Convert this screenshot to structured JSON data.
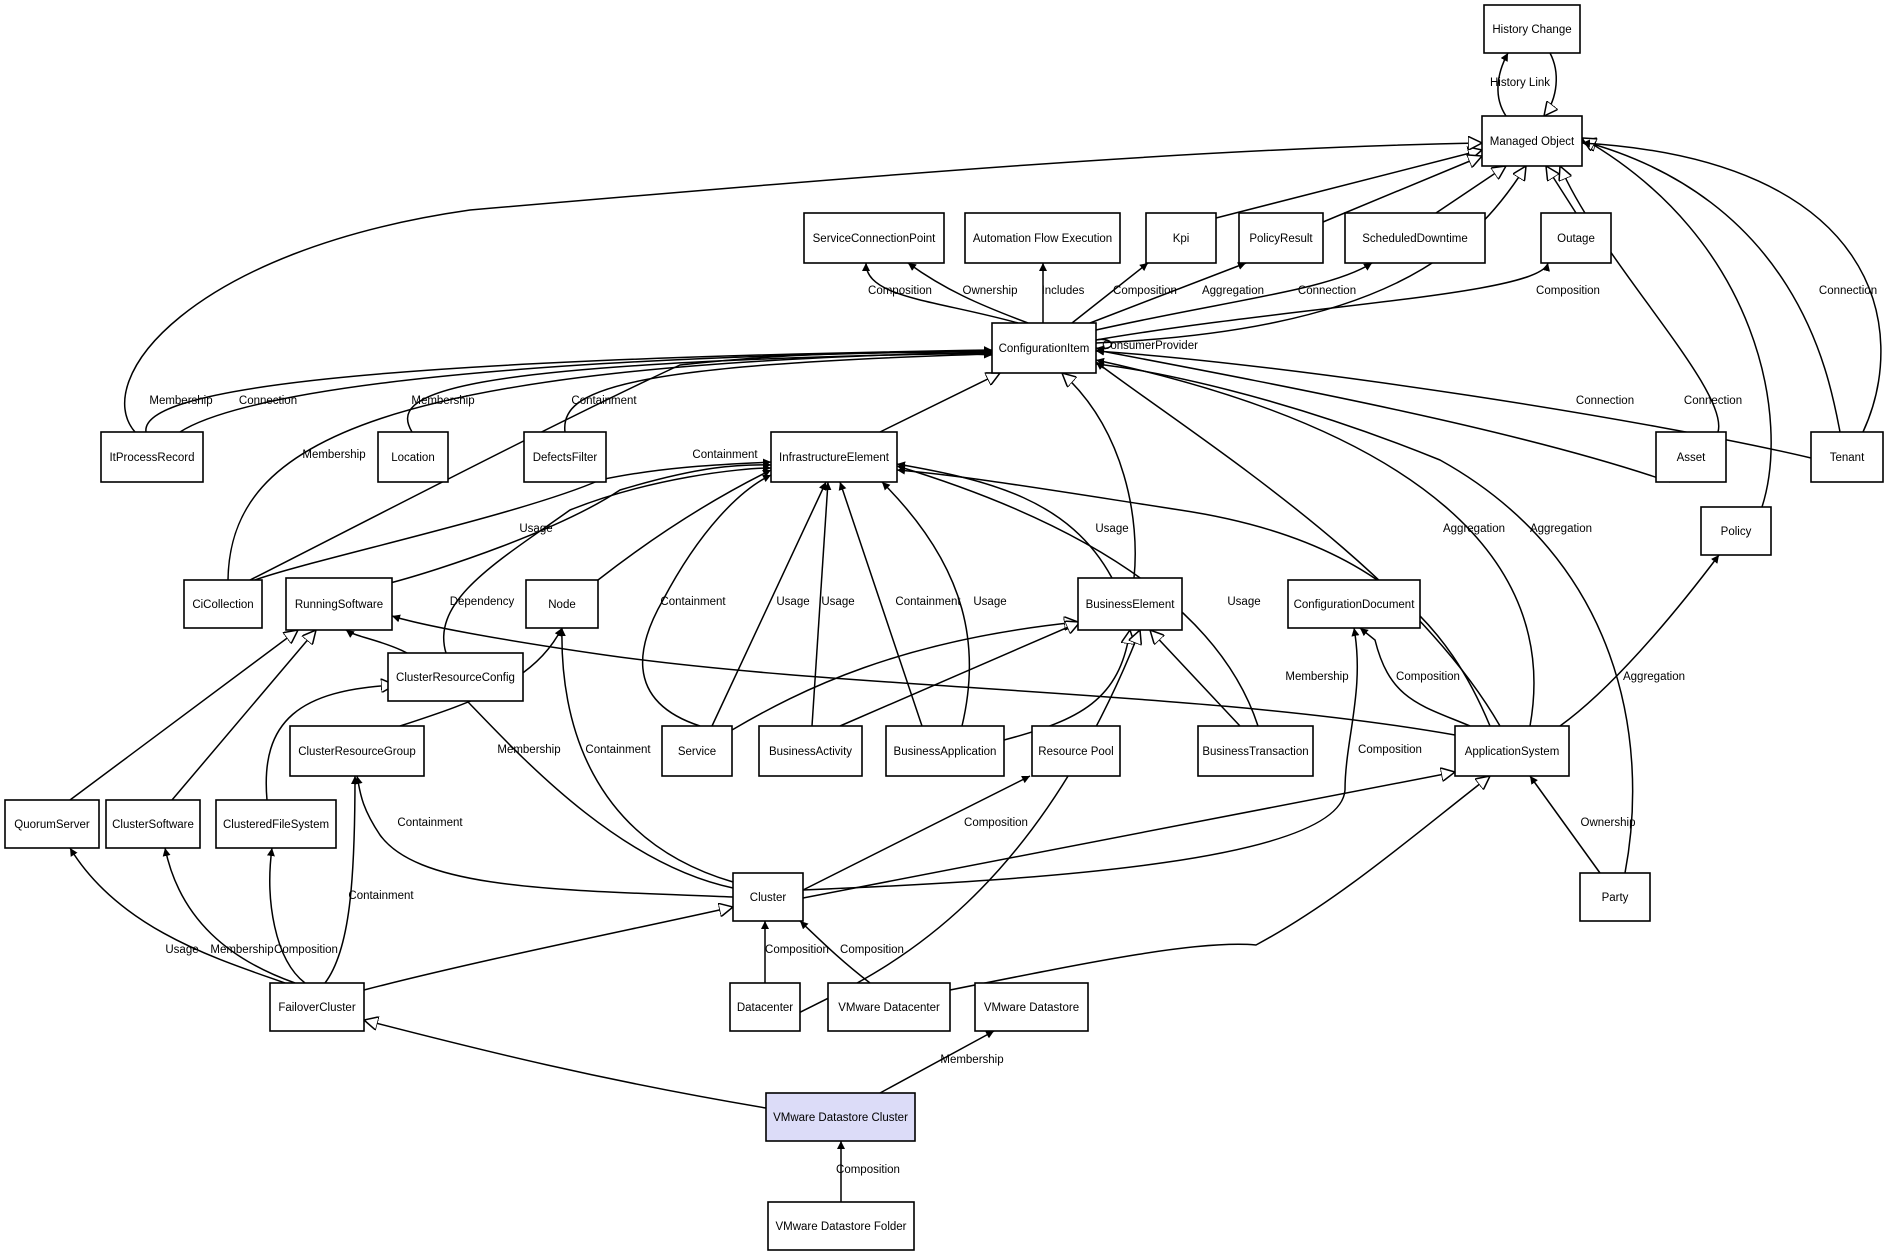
{
  "nodes": [
    {
      "id": "history_change",
      "label": "History Change"
    },
    {
      "id": "managed_object",
      "label": "Managed Object"
    },
    {
      "id": "service_connection_point",
      "label": "ServiceConnectionPoint"
    },
    {
      "id": "automation_flow_execution",
      "label": "Automation Flow Execution"
    },
    {
      "id": "kpi",
      "label": "Kpi"
    },
    {
      "id": "policy_result",
      "label": "PolicyResult"
    },
    {
      "id": "scheduled_downtime",
      "label": "ScheduledDowntime"
    },
    {
      "id": "outage",
      "label": "Outage"
    },
    {
      "id": "configuration_item",
      "label": "ConfigurationItem"
    },
    {
      "id": "it_process_record",
      "label": "ItProcessRecord"
    },
    {
      "id": "location",
      "label": "Location"
    },
    {
      "id": "defects_filter",
      "label": "DefectsFilter"
    },
    {
      "id": "infrastructure_element",
      "label": "InfrastructureElement"
    },
    {
      "id": "asset",
      "label": "Asset"
    },
    {
      "id": "tenant",
      "label": "Tenant"
    },
    {
      "id": "policy",
      "label": "Policy"
    },
    {
      "id": "ci_collection",
      "label": "CiCollection"
    },
    {
      "id": "running_software",
      "label": "RunningSoftware"
    },
    {
      "id": "node",
      "label": "Node"
    },
    {
      "id": "business_element",
      "label": "BusinessElement"
    },
    {
      "id": "configuration_document",
      "label": "ConfigurationDocument"
    },
    {
      "id": "cluster_resource_config",
      "label": "ClusterResourceConfig"
    },
    {
      "id": "cluster_resource_group",
      "label": "ClusterResourceGroup"
    },
    {
      "id": "service",
      "label": "Service"
    },
    {
      "id": "business_activity",
      "label": "BusinessActivity"
    },
    {
      "id": "business_application",
      "label": "BusinessApplication"
    },
    {
      "id": "resource_pool",
      "label": "Resource Pool"
    },
    {
      "id": "business_transaction",
      "label": "BusinessTransaction"
    },
    {
      "id": "application_system",
      "label": "ApplicationSystem"
    },
    {
      "id": "quorum_server",
      "label": "QuorumServer"
    },
    {
      "id": "cluster_software",
      "label": "ClusterSoftware"
    },
    {
      "id": "clustered_file_system",
      "label": "ClusteredFileSystem"
    },
    {
      "id": "cluster",
      "label": "Cluster"
    },
    {
      "id": "party",
      "label": "Party"
    },
    {
      "id": "failover_cluster",
      "label": "FailoverCluster"
    },
    {
      "id": "datacenter",
      "label": "Datacenter"
    },
    {
      "id": "vmware_datacenter",
      "label": "VMware Datacenter"
    },
    {
      "id": "vmware_datastore",
      "label": "VMware Datastore"
    },
    {
      "id": "vmware_datastore_cluster",
      "label": "VMware Datastore Cluster",
      "highlighted": true
    },
    {
      "id": "vmware_datastore_folder",
      "label": "VMware Datastore Folder"
    }
  ],
  "edges": [
    {
      "from": "managed_object",
      "to": "history_change",
      "label": "History Link",
      "kind": "association"
    },
    {
      "from": "history_change",
      "to": "managed_object",
      "label": "",
      "kind": "inheritance"
    },
    {
      "from": "configuration_item",
      "to": "service_connection_point",
      "label": "Composition",
      "kind": "association"
    },
    {
      "from": "configuration_item",
      "to": "service_connection_point",
      "label": "Ownership",
      "kind": "association"
    },
    {
      "from": "configuration_item",
      "to": "automation_flow_execution",
      "label": "Includes",
      "kind": "association"
    },
    {
      "from": "configuration_item",
      "to": "kpi",
      "label": "Composition",
      "kind": "association"
    },
    {
      "from": "configuration_item",
      "to": "policy_result",
      "label": "Aggregation",
      "kind": "association"
    },
    {
      "from": "configuration_item",
      "to": "scheduled_downtime",
      "label": "Connection",
      "kind": "association"
    },
    {
      "from": "configuration_item",
      "to": "outage",
      "label": "Composition",
      "kind": "association"
    },
    {
      "from": "configuration_item",
      "to": "configuration_item",
      "label": "ConsumerProvider",
      "kind": "association"
    },
    {
      "from": "kpi",
      "to": "managed_object",
      "label": "",
      "kind": "inheritance"
    },
    {
      "from": "policy_result",
      "to": "managed_object",
      "label": "",
      "kind": "inheritance"
    },
    {
      "from": "scheduled_downtime",
      "to": "managed_object",
      "label": "",
      "kind": "inheritance"
    },
    {
      "from": "outage",
      "to": "managed_object",
      "label": "",
      "kind": "inheritance"
    },
    {
      "from": "configuration_item",
      "to": "managed_object",
      "label": "",
      "kind": "inheritance"
    },
    {
      "from": "it_process_record",
      "to": "managed_object",
      "label": "",
      "kind": "inheritance"
    },
    {
      "from": "asset",
      "to": "managed_object",
      "label": "",
      "kind": "inheritance"
    },
    {
      "from": "tenant",
      "to": "managed_object",
      "label": "",
      "kind": "inheritance"
    },
    {
      "from": "policy",
      "to": "managed_object",
      "label": "",
      "kind": "inheritance"
    },
    {
      "from": "tenant",
      "to": "managed_object",
      "label": "Connection",
      "kind": "association"
    },
    {
      "from": "it_process_record",
      "to": "configuration_item",
      "label": "Membership",
      "kind": "association"
    },
    {
      "from": "it_process_record",
      "to": "configuration_item",
      "label": "Connection",
      "kind": "association"
    },
    {
      "from": "ci_collection",
      "to": "configuration_item",
      "label": "Membership",
      "kind": "association"
    },
    {
      "from": "location",
      "to": "configuration_item",
      "label": "Membership",
      "kind": "association"
    },
    {
      "from": "defects_filter",
      "to": "configuration_item",
      "label": "Containment",
      "kind": "association"
    },
    {
      "from": "ci_collection",
      "to": "configuration_item",
      "label": "Containment",
      "kind": "association"
    },
    {
      "from": "asset",
      "to": "configuration_item",
      "label": "Connection",
      "kind": "association"
    },
    {
      "from": "tenant",
      "to": "configuration_item",
      "label": "Connection",
      "kind": "association"
    },
    {
      "from": "application_system",
      "to": "configuration_item",
      "label": "Aggregation",
      "kind": "association"
    },
    {
      "from": "application_system",
      "to": "configuration_item",
      "label": "Aggregation",
      "kind": "association"
    },
    {
      "from": "party",
      "to": "configuration_item",
      "label": "",
      "kind": "association"
    },
    {
      "from": "infrastructure_element",
      "to": "configuration_item",
      "label": "",
      "kind": "inheritance"
    },
    {
      "from": "business_element",
      "to": "configuration_item",
      "label": "",
      "kind": "inheritance"
    },
    {
      "from": "ci_collection",
      "to": "infrastructure_element",
      "label": "Containment",
      "kind": "association"
    },
    {
      "from": "running_software",
      "to": "infrastructure_element",
      "label": "Usage",
      "kind": "association"
    },
    {
      "from": "cluster_resource_config",
      "to": "infrastructure_element",
      "label": "Dependency",
      "kind": "association"
    },
    {
      "from": "service",
      "to": "infrastructure_element",
      "label": "Containment",
      "kind": "association"
    },
    {
      "from": "service",
      "to": "infrastructure_element",
      "label": "Usage",
      "kind": "association"
    },
    {
      "from": "business_activity",
      "to": "infrastructure_element",
      "label": "Usage",
      "kind": "association"
    },
    {
      "from": "business_application",
      "to": "infrastructure_element",
      "label": "Containment",
      "kind": "association"
    },
    {
      "from": "business_application",
      "to": "infrastructure_element",
      "label": "Usage",
      "kind": "association"
    },
    {
      "from": "business_element",
      "to": "infrastructure_element",
      "label": "Usage",
      "kind": "association"
    },
    {
      "from": "business_transaction",
      "to": "infrastructure_element",
      "label": "Usage",
      "kind": "association"
    },
    {
      "from": "application_system",
      "to": "infrastructure_element",
      "label": "",
      "kind": "association"
    },
    {
      "from": "node",
      "to": "infrastructure_element",
      "label": "",
      "kind": "association"
    },
    {
      "from": "service",
      "to": "business_element",
      "label": "",
      "kind": "inheritance"
    },
    {
      "from": "business_activity",
      "to": "business_element",
      "label": "",
      "kind": "inheritance"
    },
    {
      "from": "business_application",
      "to": "business_element",
      "label": "",
      "kind": "inheritance"
    },
    {
      "from": "business_transaction",
      "to": "business_element",
      "label": "",
      "kind": "inheritance"
    },
    {
      "from": "datacenter",
      "to": "business_element",
      "label": "",
      "kind": "inheritance"
    },
    {
      "from": "application_system",
      "to": "running_software",
      "label": "Membership",
      "kind": "association"
    },
    {
      "from": "application_system",
      "to": "configuration_document",
      "label": "Composition",
      "kind": "association"
    },
    {
      "from": "cluster",
      "to": "configuration_document",
      "label": "Composition",
      "kind": "association"
    },
    {
      "from": "application_system",
      "to": "policy",
      "label": "Aggregation",
      "kind": "association"
    },
    {
      "from": "party",
      "to": "application_system",
      "label": "Ownership",
      "kind": "association"
    },
    {
      "from": "cluster_resource_group",
      "to": "node",
      "label": "",
      "kind": "association"
    },
    {
      "from": "cluster",
      "to": "node",
      "label": "Containment",
      "kind": "association"
    },
    {
      "from": "cluster",
      "to": "running_software",
      "label": "Membership",
      "kind": "association"
    },
    {
      "from": "cluster",
      "to": "cluster_resource_group",
      "label": "Containment",
      "kind": "association"
    },
    {
      "from": "cluster",
      "to": "resource_pool",
      "label": "Composition",
      "kind": "association"
    },
    {
      "from": "cluster",
      "to": "application_system",
      "label": "",
      "kind": "inheritance"
    },
    {
      "from": "vmware_datacenter",
      "to": "application_system",
      "label": "",
      "kind": "inheritance"
    },
    {
      "from": "quorum_server",
      "to": "running_software",
      "label": "",
      "kind": "inheritance"
    },
    {
      "from": "cluster_software",
      "to": "running_software",
      "label": "",
      "kind": "inheritance"
    },
    {
      "from": "clustered_file_system",
      "to": "cluster_resource_config",
      "label": "",
      "kind": "inheritance"
    },
    {
      "from": "failover_cluster",
      "to": "quorum_server",
      "label": "Usage",
      "kind": "association"
    },
    {
      "from": "failover_cluster",
      "to": "cluster_software",
      "label": "Membership",
      "kind": "association"
    },
    {
      "from": "failover_cluster",
      "to": "clustered_file_system",
      "label": "Composition",
      "kind": "association"
    },
    {
      "from": "failover_cluster",
      "to": "cluster_resource_group",
      "label": "Containment",
      "kind": "association"
    },
    {
      "from": "failover_cluster",
      "to": "cluster",
      "label": "",
      "kind": "inheritance"
    },
    {
      "from": "datacenter",
      "to": "cluster",
      "label": "Composition",
      "kind": "association"
    },
    {
      "from": "vmware_datacenter",
      "to": "cluster",
      "label": "Composition",
      "kind": "association"
    },
    {
      "from": "vmware_datastore_cluster",
      "to": "failover_cluster",
      "label": "",
      "kind": "inheritance"
    },
    {
      "from": "vmware_datastore_cluster",
      "to": "vmware_datastore",
      "label": "Membership",
      "kind": "association"
    },
    {
      "from": "vmware_datastore_folder",
      "to": "vmware_datastore_cluster",
      "label": "Composition",
      "kind": "association"
    }
  ]
}
